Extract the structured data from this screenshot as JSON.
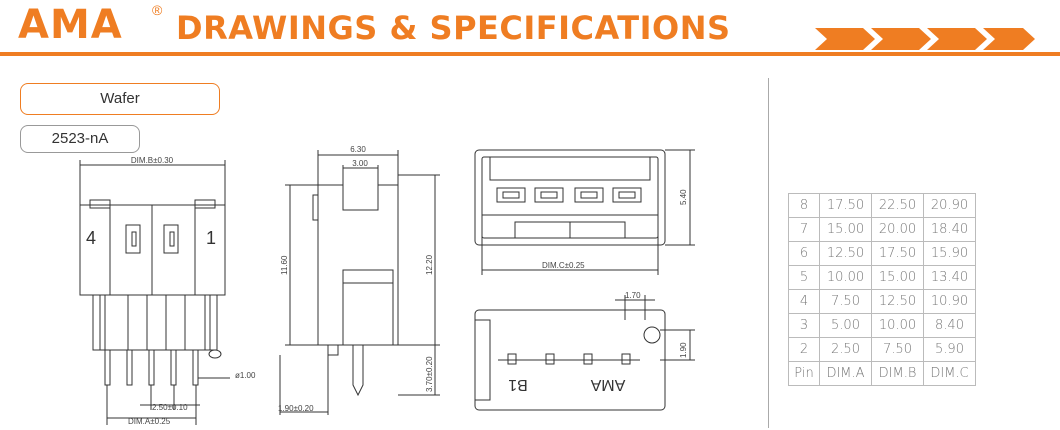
{
  "header": {
    "brand": "AMA",
    "registered": "®",
    "title": "DRAWINGS & SPECIFICATIONS"
  },
  "product": {
    "name": "Wafer",
    "part_number": "2523-nA"
  },
  "front_view": {
    "dim_b": "DIM.B±0.30",
    "pin_left": "4",
    "pin_right": "1",
    "pin_pitch": "2.50±0.10",
    "dim_a": "DIM.A±0.25",
    "pin_dia": "ø1.00"
  },
  "side_view": {
    "width_total": "6.30",
    "slot_width": "3.00",
    "height_body": "11.60",
    "height_total": "12.20",
    "pin_length": "3.70±0.20",
    "offset": "1.90±0.20"
  },
  "top_view": {
    "depth": "5.40",
    "dim_c": "DIM.C±0.25"
  },
  "bottom_view": {
    "offset": "1.70",
    "hole": "1.90",
    "mark_b1": "B1",
    "mark_ama": "AMA"
  },
  "table": {
    "header": [
      "Pin",
      "DIM.A",
      "DIM.B",
      "DIM.C"
    ],
    "rows": [
      [
        "8",
        "17.50",
        "22.50",
        "20.90"
      ],
      [
        "7",
        "15.00",
        "20.00",
        "18.40"
      ],
      [
        "6",
        "12.50",
        "17.50",
        "15.90"
      ],
      [
        "5",
        "10.00",
        "15.00",
        "13.40"
      ],
      [
        "4",
        "7.50",
        "12.50",
        "10.90"
      ],
      [
        "3",
        "5.00",
        "10.00",
        "8.40"
      ],
      [
        "2",
        "2.50",
        "7.50",
        "5.90"
      ]
    ]
  },
  "colors": {
    "accent": "#ef7d22",
    "line": "#333333",
    "dim": "#555555"
  }
}
